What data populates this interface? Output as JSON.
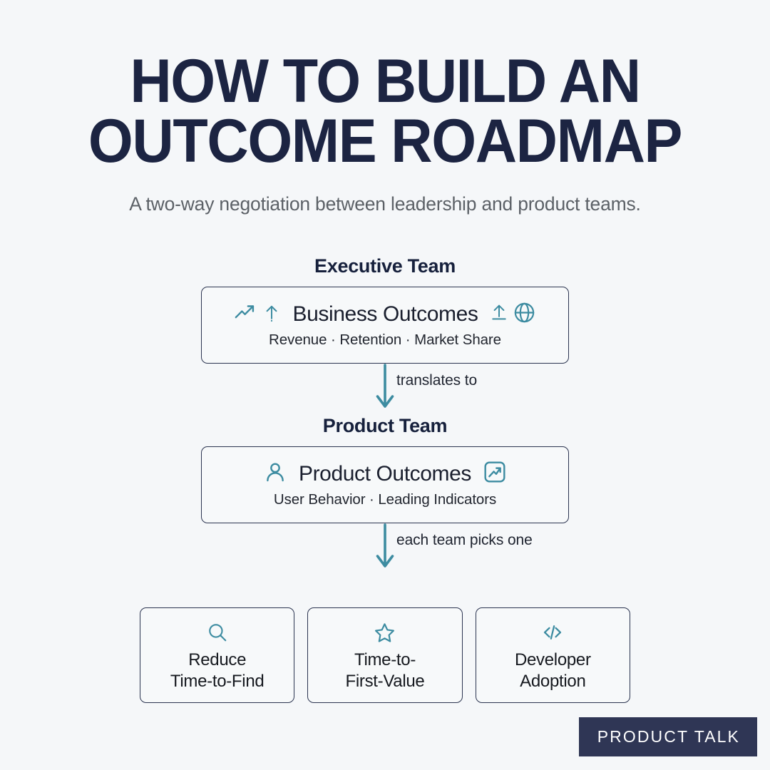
{
  "header": {
    "title_line1": "HOW TO BUILD AN",
    "title_line2": "OUTCOME ROADMAP",
    "subtitle": "A two-way negotiation between leadership and product teams."
  },
  "flow": {
    "executive": {
      "section_label": "Executive Team",
      "card_title": "Business Outcomes",
      "card_subtitle": "Revenue · Retention · Market Share",
      "left_icons": [
        "trending-up-icon",
        "arrow-up-icon"
      ],
      "right_icons": [
        "upload-icon",
        "globe-icon"
      ]
    },
    "connector_1": {
      "label": "translates to",
      "icon": "arrow-down-icon"
    },
    "product": {
      "section_label": "Product Team",
      "card_title": "Product Outcomes",
      "card_subtitle": "User Behavior · Leading Indicators",
      "left_icons": [
        "user-icon"
      ],
      "right_icons": [
        "chart-box-icon"
      ]
    },
    "connector_2": {
      "label": "each team picks one",
      "icon": "arrow-down-icon"
    }
  },
  "outcomes": [
    {
      "icon": "search-icon",
      "line1": "Reduce",
      "line2": "Time-to-Find"
    },
    {
      "icon": "star-icon",
      "line1": "Time-to-",
      "line2": "First-Value"
    },
    {
      "icon": "code-icon",
      "line1": "Developer",
      "line2": "Adoption"
    }
  ],
  "badge": {
    "label": "PRODUCT TALK"
  },
  "colors": {
    "background": "#f5f7f9",
    "title": "#1c2442",
    "subtitle": "#5c6167",
    "accent_teal": "#3d8ca1",
    "card_border": "#2b3450",
    "badge_background": "#2f3655"
  }
}
